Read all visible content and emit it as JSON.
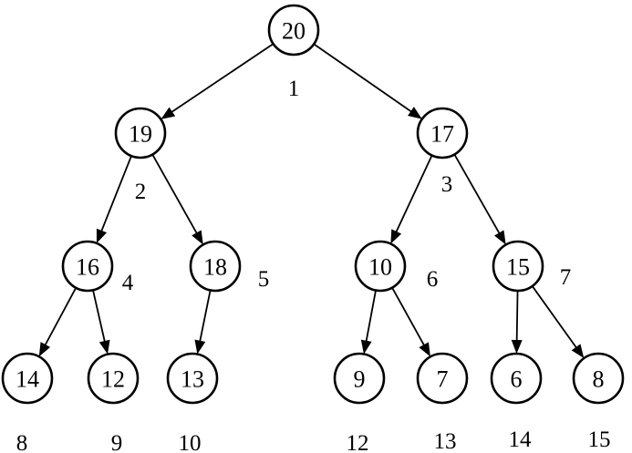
{
  "tree": {
    "nodes": [
      {
        "id": "n1",
        "value": "20",
        "index": "1"
      },
      {
        "id": "n2",
        "value": "19",
        "index": "2"
      },
      {
        "id": "n3",
        "value": "17",
        "index": "3"
      },
      {
        "id": "n4",
        "value": "16",
        "index": "4"
      },
      {
        "id": "n5",
        "value": "18",
        "index": "5"
      },
      {
        "id": "n6",
        "value": "10",
        "index": "6"
      },
      {
        "id": "n7",
        "value": "15",
        "index": "7"
      },
      {
        "id": "n8",
        "value": "14",
        "index": "8"
      },
      {
        "id": "n9",
        "value": "12",
        "index": "9"
      },
      {
        "id": "n10",
        "value": "13",
        "index": "10"
      },
      {
        "id": "n12",
        "value": "9",
        "index": "12"
      },
      {
        "id": "n13",
        "value": "7",
        "index": "13"
      },
      {
        "id": "n14",
        "value": "6",
        "index": "14"
      },
      {
        "id": "n15",
        "value": "8",
        "index": "15"
      }
    ],
    "edges": [
      {
        "from": "n1",
        "to": "n2"
      },
      {
        "from": "n1",
        "to": "n3"
      },
      {
        "from": "n2",
        "to": "n4"
      },
      {
        "from": "n2",
        "to": "n5"
      },
      {
        "from": "n3",
        "to": "n6"
      },
      {
        "from": "n3",
        "to": "n7"
      },
      {
        "from": "n4",
        "to": "n8"
      },
      {
        "from": "n4",
        "to": "n9"
      },
      {
        "from": "n5",
        "to": "n10"
      },
      {
        "from": "n6",
        "to": "n12"
      },
      {
        "from": "n6",
        "to": "n13"
      },
      {
        "from": "n7",
        "to": "n14"
      },
      {
        "from": "n7",
        "to": "n15"
      }
    ]
  }
}
